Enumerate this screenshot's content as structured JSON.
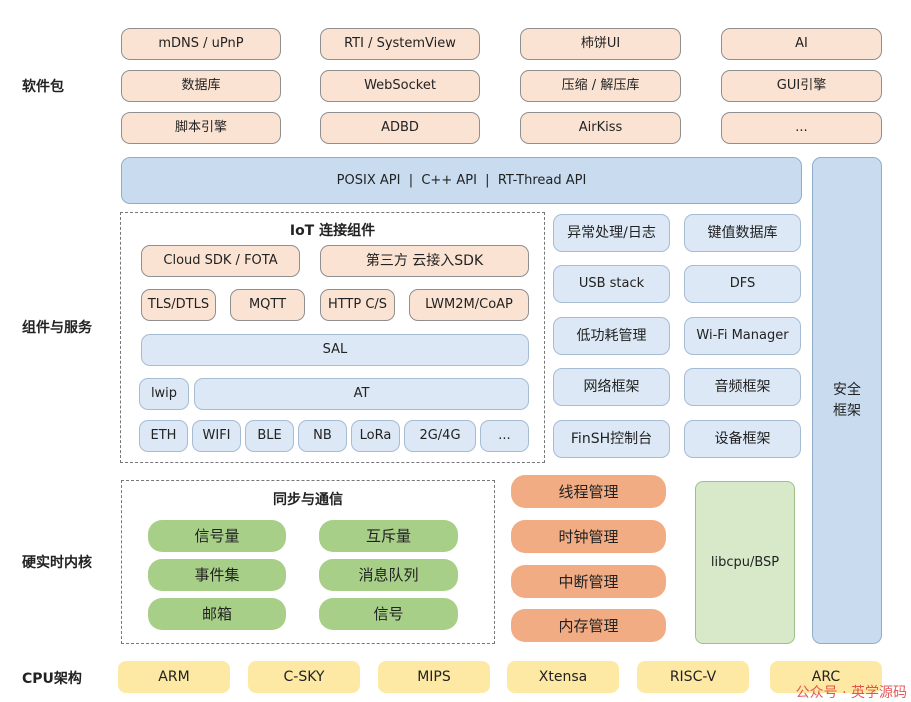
{
  "layers": {
    "packages": "软件包",
    "components": "组件与服务",
    "kernel": "硬实时内核",
    "cpu": "CPU架构"
  },
  "packages": [
    "mDNS / uPnP",
    "RTI / SystemView",
    "柿饼UI",
    "AI",
    "数据库",
    "WebSocket",
    "压缩 / 解压库",
    "GUI引擎",
    "脚本引擎",
    "ADBD",
    "AirKiss",
    "..."
  ],
  "api_bar": "POSIX API  |  C++ API  |  RT-Thread API",
  "security": "安全\n框架",
  "iot": {
    "title": "IoT 连接组件",
    "cloud": [
      "Cloud SDK / FOTA",
      "第三方 云接入SDK"
    ],
    "protocols": [
      "TLS/DTLS",
      "MQTT",
      "HTTP C/S",
      "LWM2M/CoAP"
    ],
    "sal": "SAL",
    "lwip": "lwip",
    "at": "AT",
    "links": [
      "ETH",
      "WIFI",
      "BLE",
      "NB",
      "LoRa",
      "2G/4G",
      "..."
    ]
  },
  "services": [
    "异常处理/日志",
    "键值数据库",
    "USB stack",
    "DFS",
    "低功耗管理",
    "Wi-Fi Manager",
    "网络框架",
    "音频框架",
    "FinSH控制台",
    "设备框架"
  ],
  "sync": {
    "title": "同步与通信",
    "items": [
      "信号量",
      "互斥量",
      "事件集",
      "消息队列",
      "邮箱",
      "信号"
    ]
  },
  "kernel_mgmt": [
    "线程管理",
    "时钟管理",
    "中断管理",
    "内存管理"
  ],
  "bsp": "libcpu/BSP",
  "cpu_arch": [
    "ARM",
    "C-SKY",
    "MIPS",
    "Xtensa",
    "RISC-V",
    "ARC"
  ],
  "watermark": "公众号 · 英学源码"
}
